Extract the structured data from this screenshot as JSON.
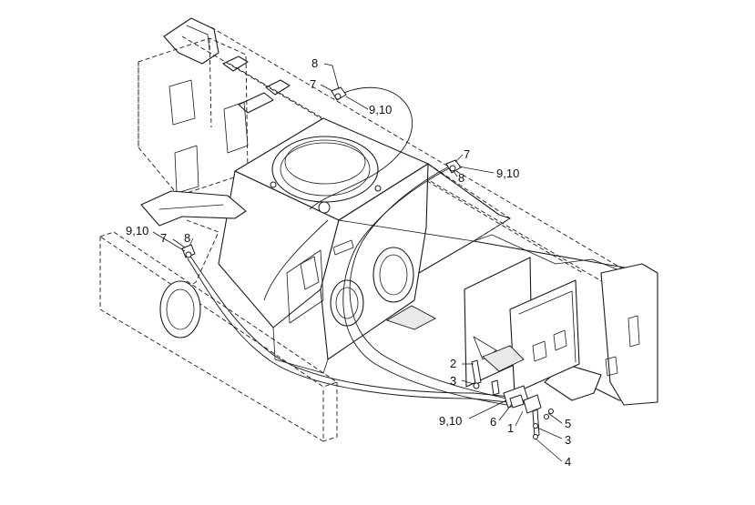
{
  "labels": {
    "callout_8_top": "8",
    "callout_7_top": "7",
    "callout_910_top": "9,10",
    "callout_7_right": "7",
    "callout_8_right": "8",
    "callout_910_right": "9,10",
    "callout_910_left": "9,10",
    "callout_7_left": "7",
    "callout_8_left": "8",
    "callout_2": "2",
    "callout_3_left": "3",
    "callout_910_bottom": "9,10",
    "callout_6": "6",
    "callout_1": "1",
    "callout_5": "5",
    "callout_3_right": "3",
    "callout_4": "4"
  }
}
